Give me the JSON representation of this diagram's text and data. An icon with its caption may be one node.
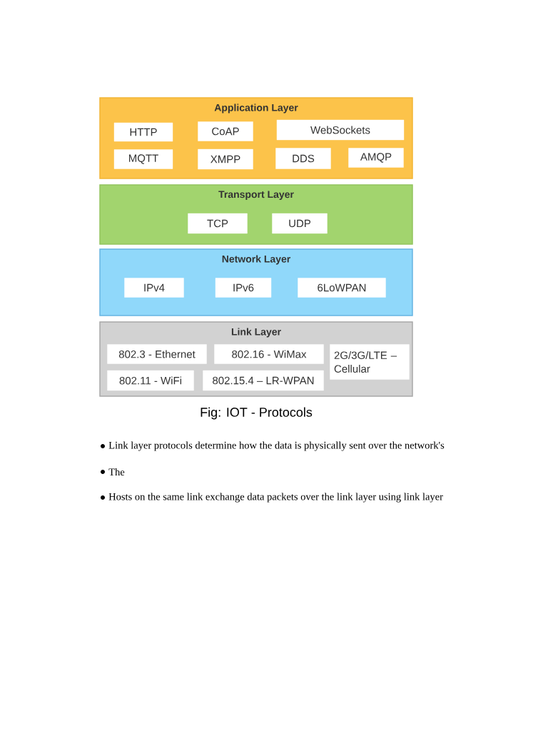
{
  "diagram": {
    "caption": "Fig: IOT - Protocols",
    "nodes": [
      {
        "text": [
          "Application Layer"
        ]
      },
      {
        "text": [
          "HTTP"
        ],
        "in": 0
      },
      {
        "text": [
          "CoAP"
        ],
        "in": 0
      },
      {
        "text": [
          "WebSockets"
        ],
        "in": 0
      },
      {
        "text": [
          "MQTT"
        ],
        "in": 0
      },
      {
        "text": [
          "XMPP"
        ],
        "in": 0
      },
      {
        "text": [
          "DDS"
        ],
        "in": 0
      },
      {
        "text": [
          "AMQP"
        ],
        "in": 0
      },
      {
        "text": [
          "Transport Layer"
        ]
      },
      {
        "text": [
          "TCP"
        ],
        "in": 8
      },
      {
        "text": [
          "UDP"
        ],
        "in": 8
      },
      {
        "text": [
          "Network Layer"
        ]
      },
      {
        "text": [
          "IPv4"
        ],
        "in": 11
      },
      {
        "text": [
          "IPv6"
        ],
        "in": 11
      },
      {
        "text": [
          "6LoWPAN"
        ],
        "in": 11
      },
      {
        "text": [
          "Link Layer"
        ]
      },
      {
        "text": [
          "802.3 - Ethernet"
        ],
        "in": 15
      },
      {
        "text": [
          "802.16 - WiMax"
        ],
        "in": 15
      },
      {
        "text": [
          "2G/3G/LTE – Cellular"
        ],
        "in": 15
      },
      {
        "text": [
          "802.11 - WiFi"
        ],
        "in": 15
      },
      {
        "text": [
          "802.15.4 – LR-WPAN"
        ],
        "in": 15
      }
    ],
    "labels": [
      "Link layer protocols determine how the data is physically sent over the network's",
      "The",
      "Hosts on the same link exchange data packets over the link layer using link layer"
    ]
  }
}
